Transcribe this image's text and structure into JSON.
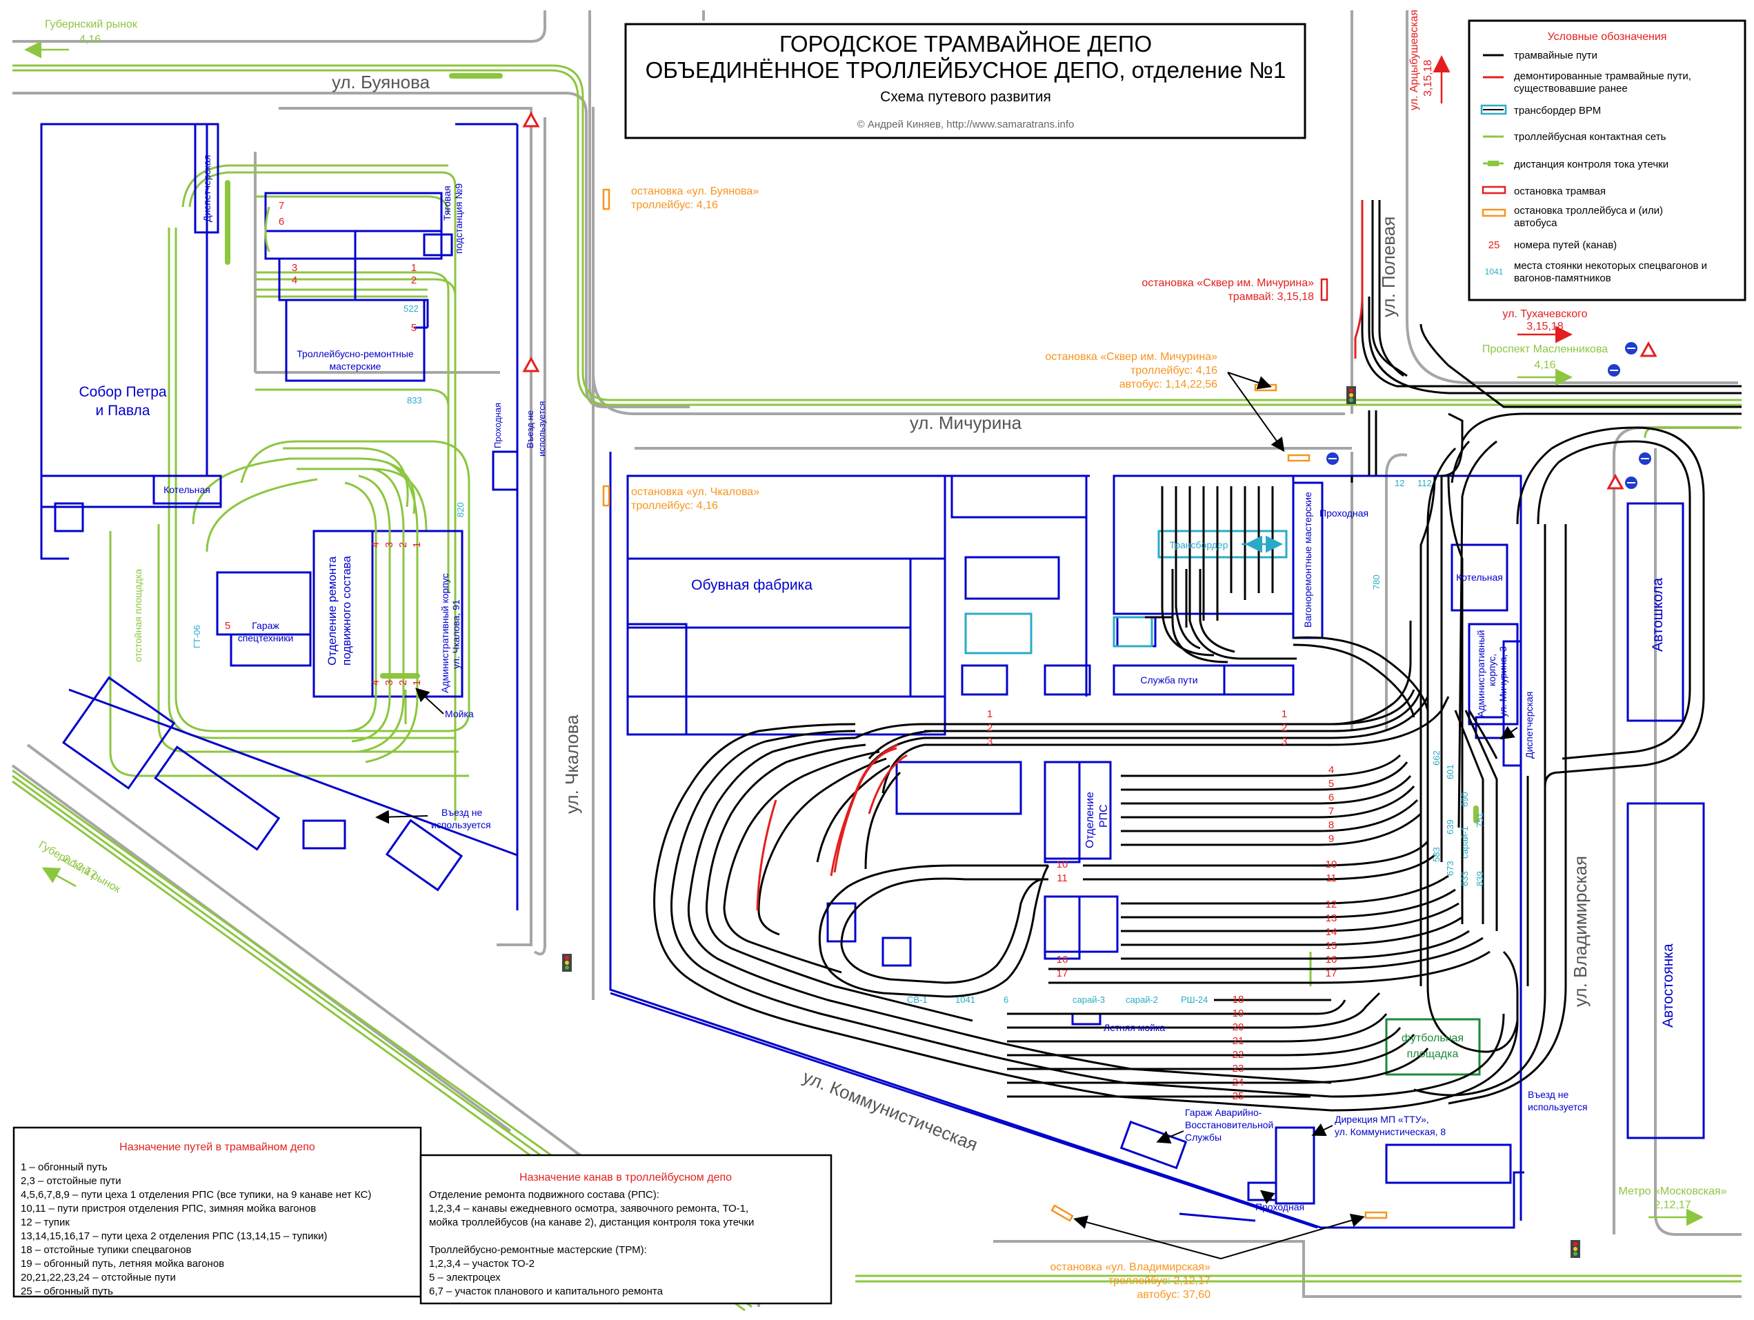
{
  "colors": {
    "tram": "#000000",
    "removed": "#e41e1e",
    "trolley": "#8cc63f",
    "building": "#0000cc",
    "road": "#a6a6a6",
    "stop_orange": "#f7941d",
    "spec": "#29abc8",
    "track_num": "#e41e1e",
    "football": "#1a8a3a"
  },
  "title": {
    "line1": "ГОРОДСКОЕ ТРАМВАЙНОЕ ДЕПО",
    "line2": "ОБЪЕДИНЁННОЕ ТРОЛЛЕЙБУСНОЕ ДЕПО, отделение №1",
    "line3": "Схема путевого развития",
    "copyright": "© Андрей Киняев, http://www.samaratrans.info"
  },
  "legend": {
    "heading": "Условные обозначения",
    "items": [
      "трамвайные пути",
      "демонтированные трамвайные пути,",
      "существовавшие ранее",
      "трансбордер ВРМ",
      "троллейбусная контактная сеть",
      "дистанция контроля тока утечки",
      "остановка трамвая",
      "остановка троллейбуса и (или)",
      "автобуса",
      "номера путей (канав)",
      "места стоянки некоторых спецвагонов и",
      "вагонов-памятников"
    ],
    "sample_num": "25",
    "sample_spec": "1041"
  },
  "streets": {
    "buyanova": "ул. Буянова",
    "michurina": "ул. Мичурина",
    "chkalova": "ул. Чкалова",
    "polevaya": "ул. Полевая",
    "artsybushevskaya": "ул. Арцыбушевская",
    "vladimirskaya": "ул. Владимирская",
    "kommunisticheskaya": "ул. Коммунистическая"
  },
  "directions": {
    "gub_top": "Губернский рынок",
    "gub_top_r": "4,16",
    "gub_bot": "Губернский рынок",
    "gub_bot_r": "2,12,17",
    "arts_r": "3,15,18",
    "tukh": "ул. Тухачевского",
    "tukh_r": "3,15,18",
    "masl": "Проспект Масленникова",
    "masl_r": "4,16",
    "metro": "Метро «Московская»",
    "metro_r": "2,12,17"
  },
  "stops": {
    "buyanova_1": "остановка «ул. Буянова»",
    "buyanova_2": "троллейбус: 4,16",
    "mich_tram_1": "остановка «Сквер им. Мичурина»",
    "mich_tram_2": "трамвай: 3,15,18",
    "mich_trol_1": "остановка «Сквер им. Мичурина»",
    "mich_trol_2": "троллейбус: 4,16",
    "mich_trol_3": "автобус: 1,14,22,56",
    "chk_1": "остановка «ул. Чкалова»",
    "chk_2": "троллейбус: 4,16",
    "vlad_1": "остановка «ул. Владимирская»",
    "vlad_2": "троллейбус: 2,12,17",
    "vlad_3": "автобус: 37,60"
  },
  "buildings": {
    "sobor_1": "Собор Петра",
    "sobor_2": "и Павла",
    "kotelnaya_l": "Котельная",
    "dispatch_l": "Диспетчерская",
    "tyag_1": "Тяговая",
    "tyag_2": "подстанция №9",
    "trm_1": "Троллейбусно-ремонтные",
    "trm_2": "мастерские",
    "prohodnaya_v": "Проходная",
    "vezd_1": "Въезд не",
    "vezd_2": "используется",
    "garage_1": "Гараж",
    "garage_2": "спецтехники",
    "otd_1": "Отделение ремонта",
    "otd_2": "подвижного состава",
    "adm_1": "Административный корпус",
    "adm_2": "ул. Чкалова, 91",
    "moika": "Мойка",
    "otst_pl": "отстойная площадка",
    "vezd_b1": "Въезд не",
    "vezd_b2": "используется",
    "obuv": "Обувная фабрика",
    "transborder": "Трансбордер",
    "vrm": "Вагоноремонтные мастерские",
    "prohodnaya_t": "Проходная",
    "kotelnaya_r": "Котельная",
    "adm_r1": "Административный",
    "adm_r2": "корпус,",
    "adm_r3": "ул. Мичурина, 3",
    "dispatch_r": "Диспетчерская",
    "sluzhba": "Служба пути",
    "rps_1": "Отделение",
    "rps_2": "РПС",
    "letnyaya": "Летняя мойка",
    "football_1": "футбольная",
    "football_2": "площадка",
    "avs_1": "Гараж Аварийно-",
    "avs_2": "Восстановительной",
    "avs_3": "Службы",
    "dir_1": "Дирекция МП «ТТУ»,",
    "dir_2": "ул. Коммунистическая, 8",
    "prohodnaya_b": "Проходная",
    "vezd_r1": "Въезд не",
    "vezd_r2": "используется",
    "avtoshkola": "Автошкола",
    "avtostoyanka": "Автостоянка"
  },
  "spec_labels": {
    "s522": "522",
    "s833": "833",
    "s820": "820",
    "gt06": "ГТ-06",
    "s12": "12",
    "s112": "112",
    "s780": "780",
    "s662": "662",
    "s601": "601",
    "s690": "690",
    "s583": "583",
    "s639": "639",
    "sarai1": "сарай-1",
    "s751": "751",
    "s673": "673",
    "s833b": "833",
    "s839": "839",
    "sv1": "СВ-1",
    "s1041": "1041",
    "s6": "6",
    "sarai3": "сарай-3",
    "sarai2": "сарай-2",
    "rsh24": "РШ-24"
  },
  "track_numbers": {
    "n1": "1",
    "n2": "2",
    "n3": "3",
    "n4": "4",
    "n5": "5",
    "n6": "6",
    "n7": "7",
    "n8": "8",
    "n9": "9",
    "n10": "10",
    "n11": "11",
    "n12": "12",
    "n13": "13",
    "n14": "14",
    "n15": "15",
    "n16": "16",
    "n17": "17",
    "n18": "18",
    "n19": "19",
    "n20": "20",
    "n21": "21",
    "n22": "22",
    "n23": "23",
    "n24": "24",
    "n25": "25",
    "t7": "7",
    "t6": "6",
    "t5": "5",
    "t4": "4",
    "t3": "3",
    "t2": "2",
    "t1": "1"
  },
  "tram_table": {
    "heading": "Назначение путей в трамвайном депо",
    "rows": [
      "1 – обгонный путь",
      "2,3 – отстойные пути",
      "4,5,6,7,8,9 – пути цеха 1 отделения РПС (все тупики, на 9 канаве нет КС)",
      "10,11 – пути пристроя отделения РПС, зимняя мойка вагонов",
      "12 – тупик",
      "13,14,15,16,17 – пути цеха 2 отделения РПС (13,14,15 – тупики)",
      "18 – отстойные тупики спецвагонов",
      "19 – обгонный путь, летняя мойка вагонов",
      "20,21,22,23,24 – отстойные пути",
      "25 – обгонный путь"
    ]
  },
  "trolley_table": {
    "heading": "Назначение канав в троллейбусном депо",
    "rows": [
      "Отделение ремонта подвижного состава (РПС):",
      "1,2,3,4 – канавы ежедневного осмотра, заявочного ремонта, ТО-1,",
      "мойка троллейбусов (на канаве 2), дистанция контроля тока утечки",
      "",
      "Троллейбусно-ремонтные мастерские (ТРМ):",
      "1,2,3,4 – участок ТО-2",
      "5 – электроцех",
      "6,7 – участок планового и капитального ремонта"
    ]
  }
}
